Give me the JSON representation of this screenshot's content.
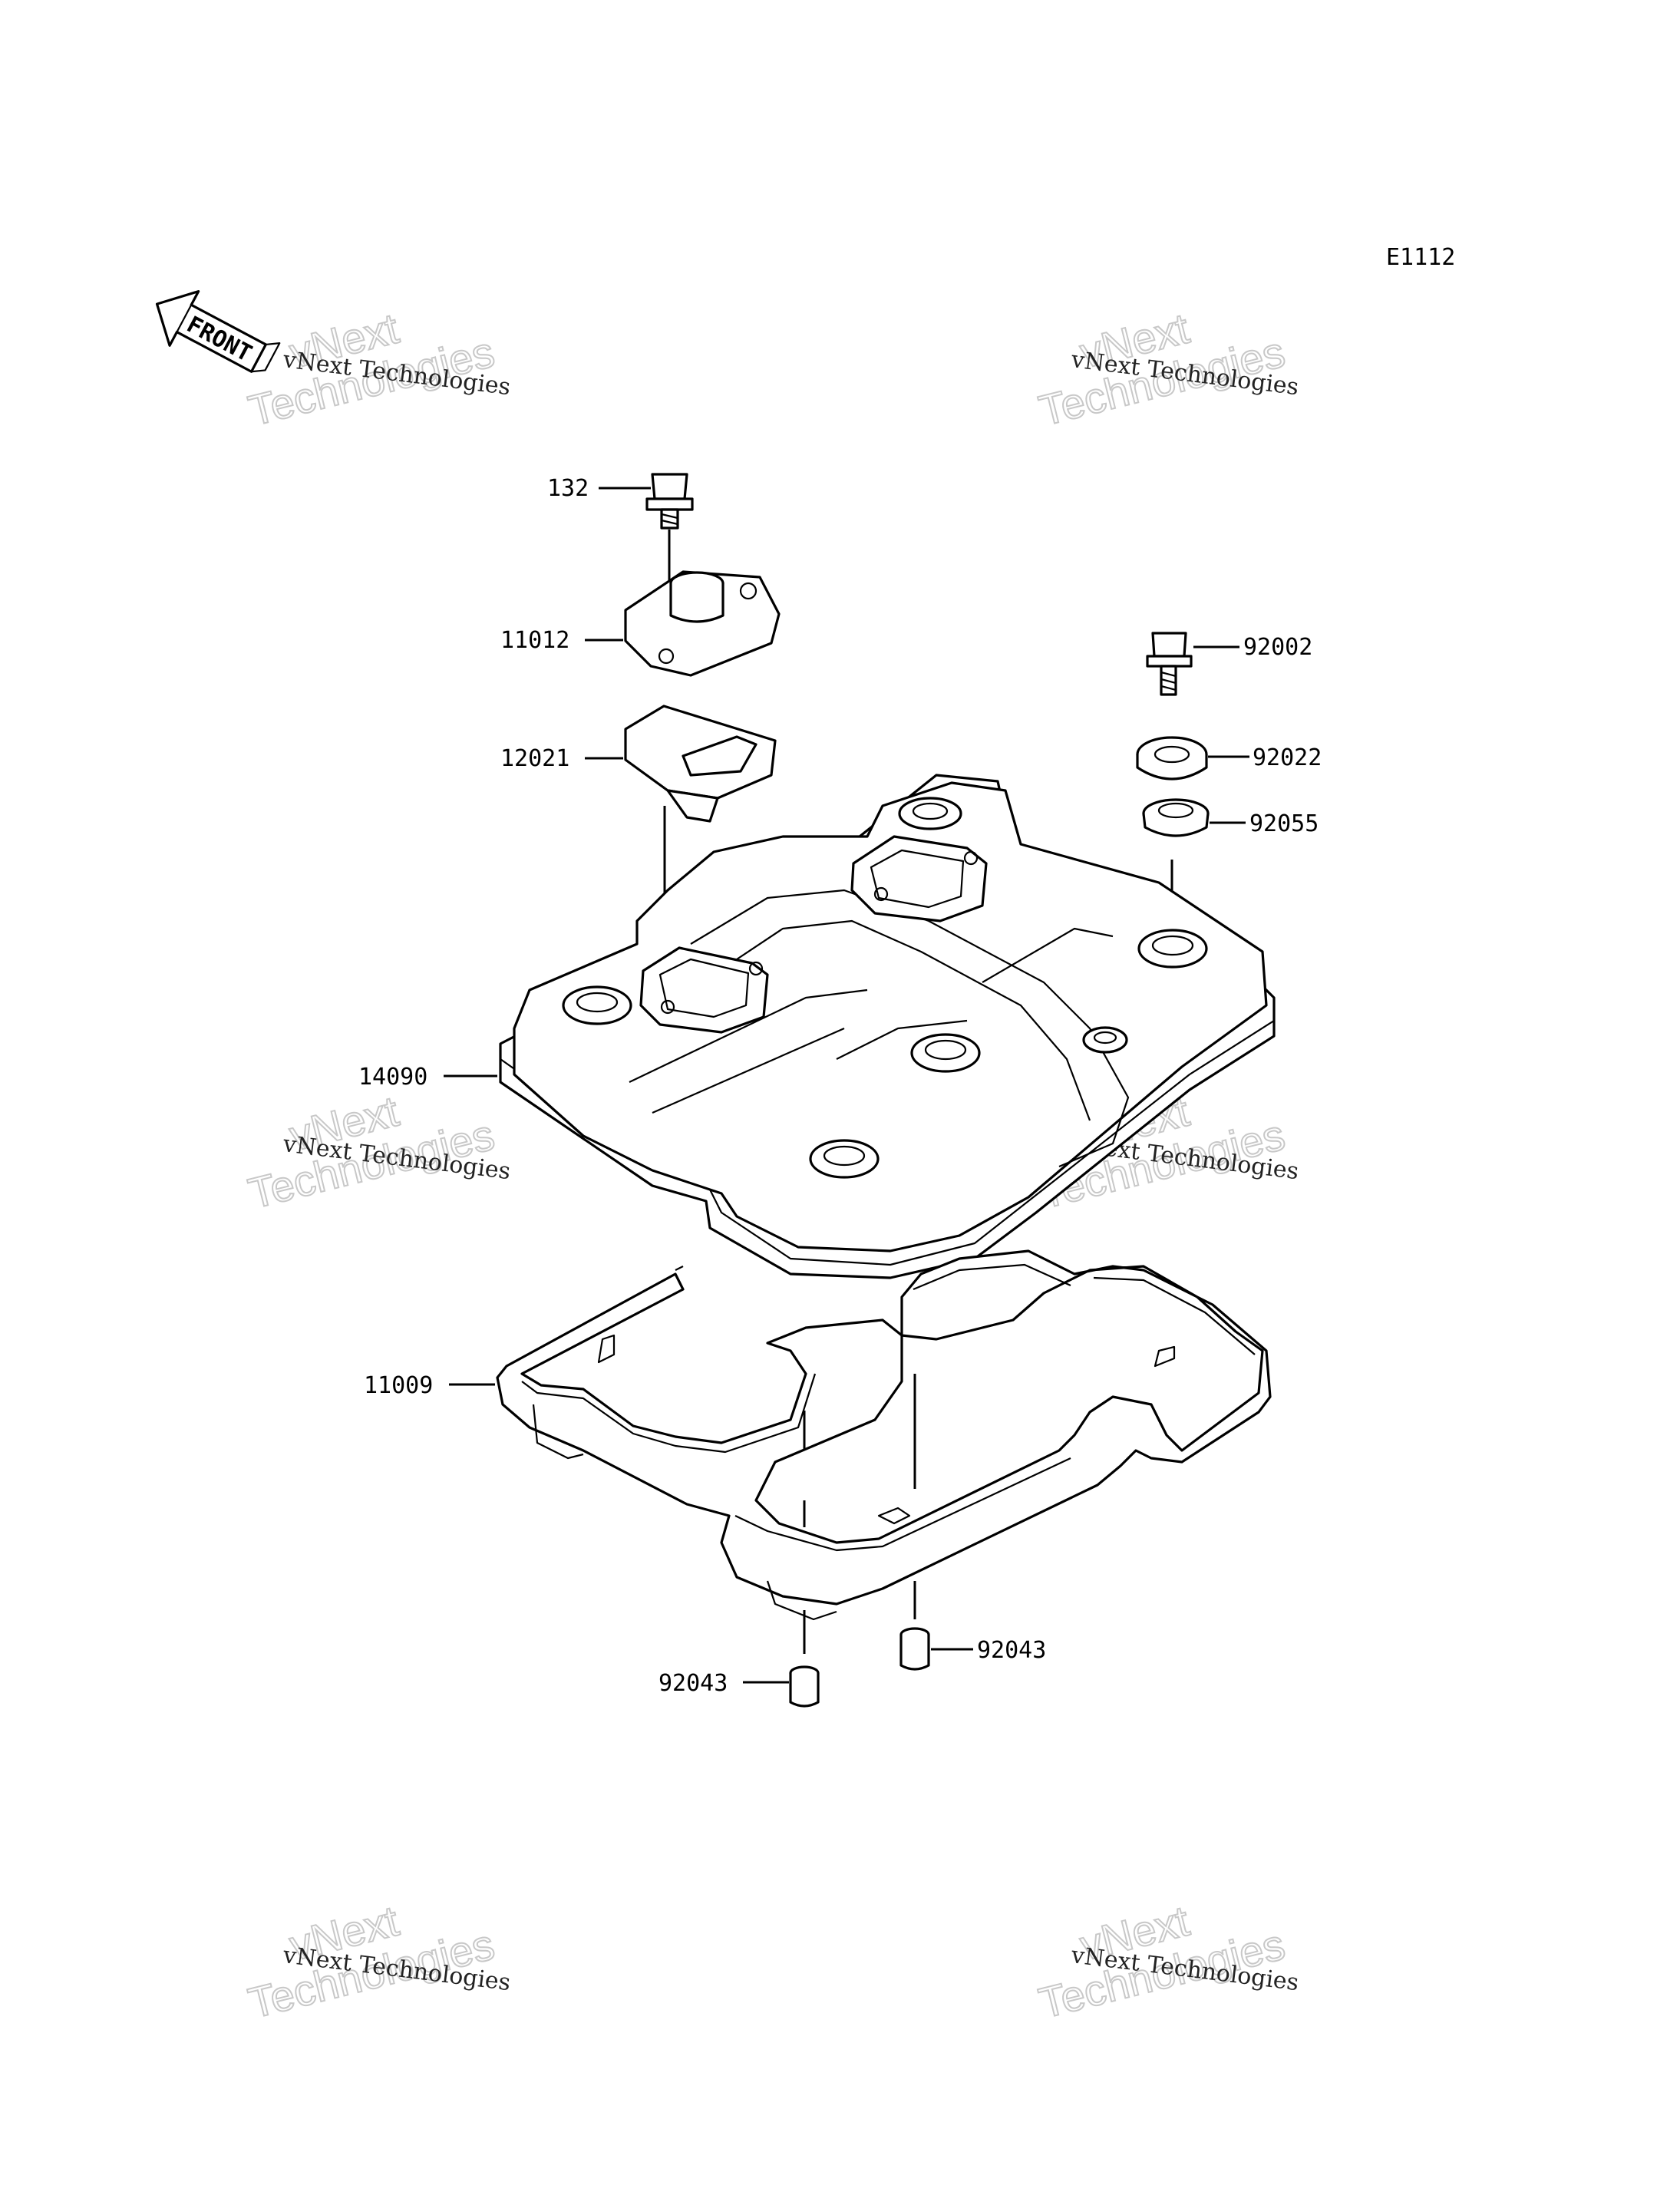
{
  "diagram_code": "E1112",
  "front_marker": "FRONT",
  "watermark": {
    "brand_line": "vNext",
    "second_line": "Technologies",
    "caption": "vNext Technologies"
  },
  "parts": [
    {
      "number": "132"
    },
    {
      "number": "11012"
    },
    {
      "number": "12021"
    },
    {
      "number": "92002"
    },
    {
      "number": "92022"
    },
    {
      "number": "92055"
    },
    {
      "number": "14090"
    },
    {
      "number": "11009"
    },
    {
      "number": "92043"
    },
    {
      "number": "92043"
    }
  ]
}
